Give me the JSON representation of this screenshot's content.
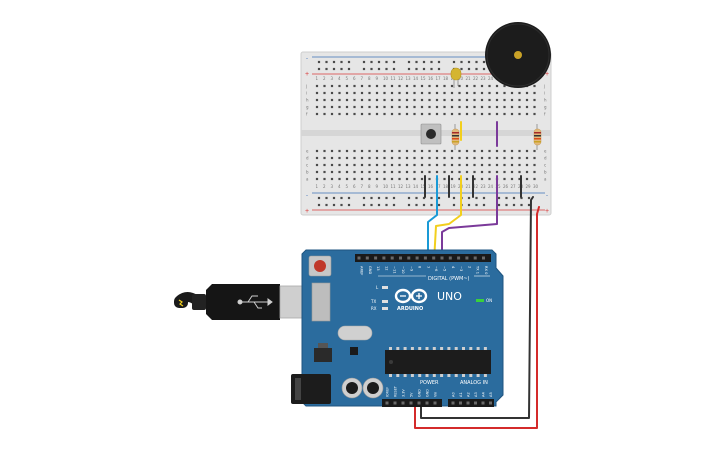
{
  "colors": {
    "board": "#2b6c9e",
    "board_edge": "#1f5580",
    "breadboard": "#e8e8e8",
    "rail_red": "#d83b3b",
    "rail_blue": "#3d6fb6",
    "wire_blue": "#1a9ad6",
    "wire_yellow": "#f2cf1d",
    "wire_purple": "#7b3a9a",
    "wire_black": "#333333",
    "wire_red": "#d42b2b"
  },
  "arduino": {
    "brand_text": "ARDUINO",
    "model_text": "UNO",
    "digital_label": "DIGITAL (PWM~)",
    "power_label": "POWER",
    "analog_label": "ANALOG IN",
    "on_label": "ON",
    "tx_label": "TX",
    "rx_label": "RX",
    "l_label": "L",
    "digital_pins": [
      "AREF",
      "GND",
      "13",
      "12",
      "~11",
      "~10",
      "~9",
      "8",
      "7",
      "~6",
      "~5",
      "4",
      "~3",
      "2",
      "TX 1",
      "RX 0"
    ],
    "power_pins": [
      "IOREF",
      "RESET",
      "3.3V",
      "5V",
      "GND",
      "GND",
      "Vin"
    ],
    "analog_pins": [
      "A0",
      "A1",
      "A2",
      "A3",
      "A4",
      "A5"
    ]
  },
  "breadboard": {
    "rail_plus": "+",
    "rail_minus": "-",
    "row_letters_top": [
      "j",
      "i",
      "h",
      "g",
      "f"
    ],
    "row_letters_bottom": [
      "e",
      "d",
      "c",
      "b",
      "a"
    ],
    "column_numbers": [
      "1",
      "2",
      "3",
      "4",
      "5",
      "6",
      "7",
      "8",
      "9",
      "10",
      "11",
      "12",
      "13",
      "14",
      "15",
      "16",
      "17",
      "18",
      "19",
      "20",
      "21",
      "22",
      "23",
      "24",
      "25",
      "26",
      "27",
      "28",
      "29",
      "30"
    ]
  },
  "components": {
    "usb_cable": "usb-cable",
    "buzzer": "piezo-buzzer",
    "led": "led",
    "pushbutton": "pushbutton",
    "resistors": 2
  }
}
